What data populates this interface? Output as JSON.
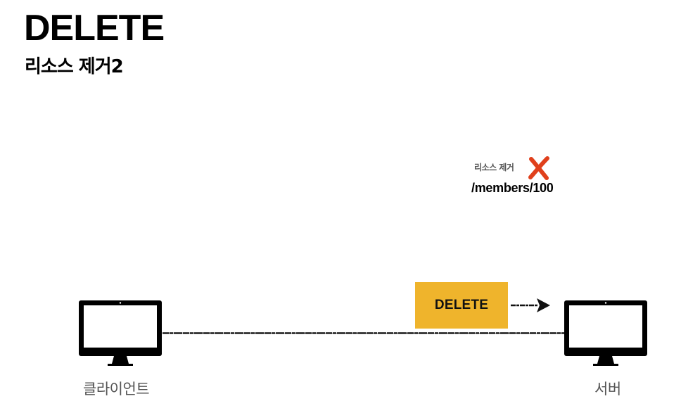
{
  "slide": {
    "title": "DELETE",
    "subtitle": "리소스 제거2"
  },
  "resource": {
    "status_label": "리소스 제거",
    "status_icon": "red-x-icon",
    "path": "/members/100",
    "status_color": "#e0401c"
  },
  "request": {
    "method": "DELETE",
    "method_box_color": "#efb42c",
    "direction": "client-to-server"
  },
  "nodes": {
    "client": {
      "label": "클라이언트",
      "icon": "desktop-monitor-icon"
    },
    "server": {
      "label": "서버",
      "icon": "desktop-monitor-icon"
    }
  }
}
